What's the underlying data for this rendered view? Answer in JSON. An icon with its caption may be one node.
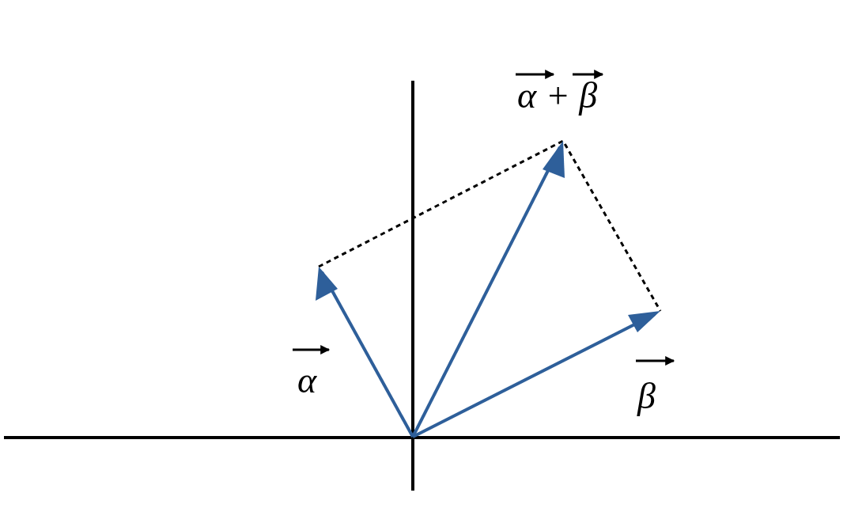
{
  "diagram": {
    "labels": [
      "α",
      "β",
      "α + β"
    ]
  }
}
